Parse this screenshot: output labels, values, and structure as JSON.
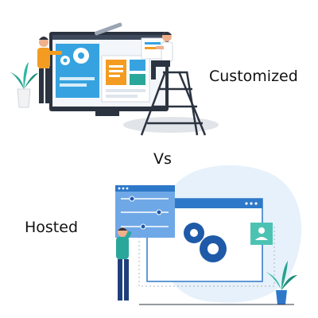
{
  "labels": {
    "customized": "Customized",
    "vs": "Vs",
    "hosted": "Hosted"
  },
  "colors": {
    "accent_blue": "#2e78c9",
    "light_blue": "#dbeaf8",
    "orange": "#f39c21",
    "teal": "#2aa79b",
    "dark": "#1f2a38"
  },
  "illustrations": {
    "top": "customization-illustration",
    "bottom": "hosted-illustration"
  }
}
